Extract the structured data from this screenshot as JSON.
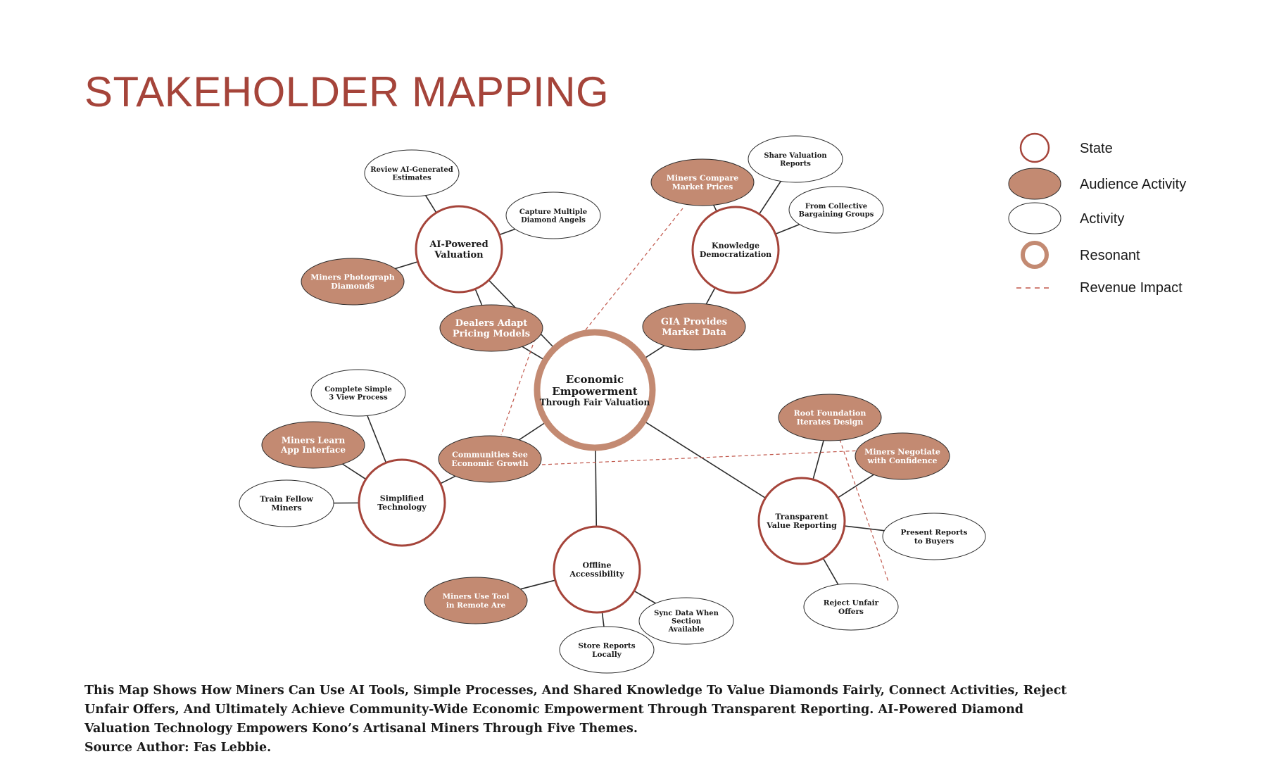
{
  "title": "STAKEHOLDER MAPPING",
  "colors": {
    "state_stroke": "#a5443a",
    "audience_fill": "#c38a72",
    "resonant_stroke": "#c38a72",
    "revenue_line": "#c0564a",
    "line": "#2b2b2b"
  },
  "legend": {
    "state": "State",
    "audience_activity": "Audience Activity",
    "activity": "Activity",
    "resonant": "Resonant",
    "revenue_impact": "Revenue Impact"
  },
  "nodes": {
    "center": [
      "Economic",
      "Empowerment",
      "Through Fair Valuation"
    ],
    "ai_valuation": [
      "AI-Powered",
      "Valuation"
    ],
    "knowledge": [
      "Knowledge",
      "Democratization"
    ],
    "simplified": [
      "Simplified",
      "Technology"
    ],
    "offline": [
      "Offline",
      "Accessibility"
    ],
    "transparent": [
      "Transparent",
      "Value Reporting"
    ],
    "review_ai": [
      "Review AI-Generated",
      "Estimates"
    ],
    "capture_angles": [
      "Capture Multiple",
      "Diamond Angels"
    ],
    "photograph": [
      "Miners Photograph",
      "Diamonds"
    ],
    "dealers_adapt": [
      "Dealers Adapt",
      "Pricing Models"
    ],
    "compare_prices": [
      "Miners Compare",
      "Market Prices"
    ],
    "share_reports": [
      "Share Valuation",
      "Reports"
    ],
    "collective": [
      "From Collective",
      "Bargaining Groups"
    ],
    "gia": [
      "GIA Provides",
      "Market Data"
    ],
    "complete_simple": [
      "Complete Simple",
      "3 View Process"
    ],
    "learn_app": [
      "Miners Learn",
      "App Interface"
    ],
    "train_fellow": [
      "Train Fellow",
      "Miners"
    ],
    "communities": [
      "Communities See",
      "Economic Growth"
    ],
    "root_foundation": [
      "Root Foundation",
      "Iterates Design"
    ],
    "negotiate": [
      "Miners Negotiate",
      "with Confidence"
    ],
    "present_reports": [
      "Present Reports",
      "to Buyers"
    ],
    "reject_offers": [
      "Reject Unfair",
      "Offers"
    ],
    "use_tool": [
      "Miners Use Tool",
      "in Remote Are"
    ],
    "sync_data": [
      "Sync Data When",
      "Section",
      "Available"
    ],
    "store_reports": [
      "Store Reports",
      "Locally"
    ]
  },
  "caption": "This Map Shows How Miners Can Use AI Tools, Simple Processes, And Shared Knowledge To Value Diamonds Fairly, Connect Activities, Reject Unfair Offers, And Ultimately Achieve Community-Wide Economic Empowerment Through Transparent Reporting. AI-Powered Diamond Valuation Technology Empowers Kono’s Artisanal Miners Through Five Themes.",
  "source": "Source Author: Fas Lebbie."
}
